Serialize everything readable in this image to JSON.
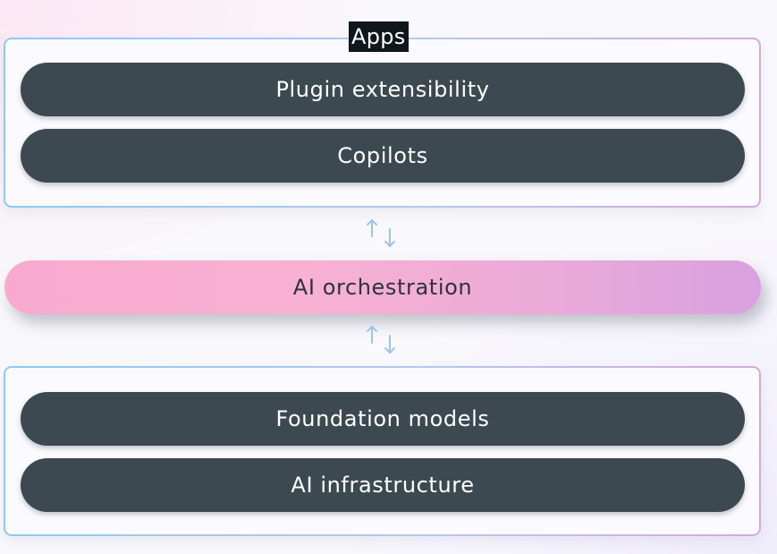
{
  "diagram": {
    "top_group": {
      "label": "Apps",
      "items": [
        {
          "label": "Plugin extensibility"
        },
        {
          "label": "Copilots"
        }
      ]
    },
    "middle_layer": {
      "label": "AI orchestration"
    },
    "bottom_group": {
      "items": [
        {
          "label": "Foundation models"
        },
        {
          "label": "AI infrastructure"
        }
      ]
    },
    "connectors": [
      {
        "icon": "bidirectional-arrows-icon"
      },
      {
        "icon": "bidirectional-arrows-icon"
      }
    ]
  },
  "colors": {
    "pill_dark": "#3d4950",
    "pill_text": "#ffffff",
    "orchestration_start": "#f9a9cf",
    "orchestration_end": "#d9a0df",
    "border_start": "#8ccbed",
    "border_end": "#d6a8df",
    "arrow": "#9dc4e8",
    "label_bg": "#0f171c"
  }
}
